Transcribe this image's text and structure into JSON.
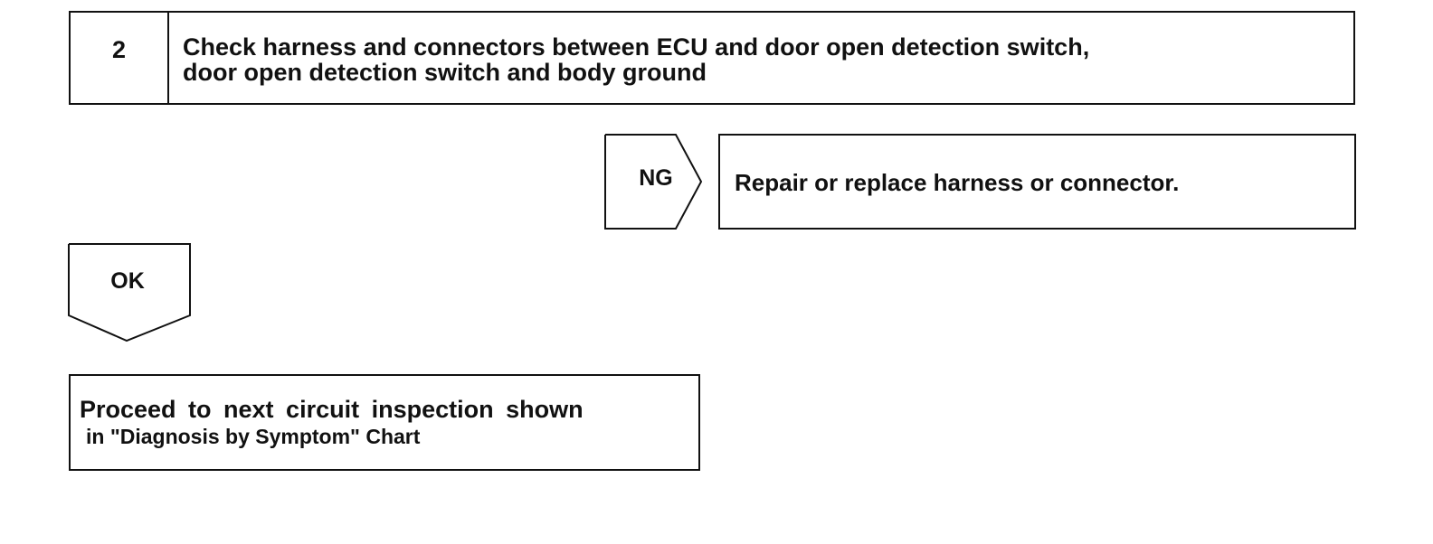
{
  "step": {
    "number": "2",
    "title_line1": "Check harness and connectors between ECU and door open detection switch,",
    "title_line2": "door open detection switch and body ground"
  },
  "ng_branch": {
    "label": "NG",
    "result": "Repair or replace harness or connector."
  },
  "ok_branch": {
    "label": "OK"
  },
  "next_action": {
    "line1": "Proceed to next circuit inspection shown",
    "line2": "in \"Diagnosis by Symptom\" Chart"
  }
}
